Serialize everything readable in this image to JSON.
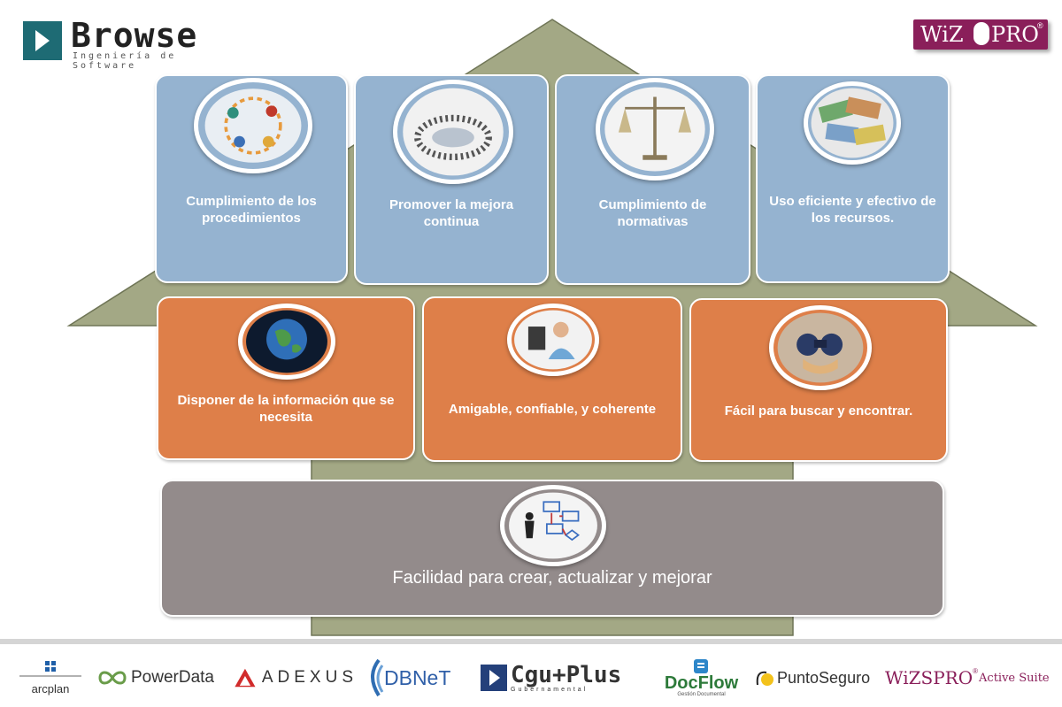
{
  "header": {
    "browse": {
      "name": "Browse",
      "tagline": "Ingeniería de Software"
    },
    "wizpro": {
      "part1": "WiZ",
      "part2": "PRO",
      "reg": "®"
    }
  },
  "colors": {
    "house": "#a3a885",
    "house_stroke": "#6f7556",
    "top_cards": "#95b3d0",
    "middle_cards": "#de7f49",
    "base_card": "#938b8b"
  },
  "top_row": [
    {
      "label": "Cumplimiento de los procedimientos",
      "icon": "people-circle-icon"
    },
    {
      "label": "Promover la mejora continua",
      "icon": "team-circle-icon"
    },
    {
      "label": "Cumplimiento de normativas",
      "icon": "scales-icon"
    },
    {
      "label": "Uso eficiente y efectivo de los recursos.",
      "icon": "money-icon"
    }
  ],
  "middle_row": [
    {
      "label": "Disponer  de la información que se necesita",
      "icon": "globe-icon"
    },
    {
      "label": "Amigable, confiable, y coherente",
      "icon": "user-computer-icon"
    },
    {
      "label": "Fácil para buscar y encontrar.",
      "icon": "binoculars-icon"
    }
  ],
  "base": {
    "label": "Facilidad para crear, actualizar y mejorar",
    "icon": "flowchart-icon"
  },
  "footer_logos": [
    {
      "name": "arcplan",
      "icon": "arcplan-icon"
    },
    {
      "name": "PowerData",
      "icon": "infinity-icon"
    },
    {
      "name": "ADEXUS",
      "icon": "adexus-icon"
    },
    {
      "name": "DBNeT",
      "icon": "dbnet-icon"
    },
    {
      "name": "Cgu+Plus",
      "sub": "Gubernamental",
      "icon": "cgu-icon"
    },
    {
      "name": "DocFlow",
      "sub": "Gestión Documental",
      "icon": "docflow-icon"
    },
    {
      "name": "PuntoSeguro",
      "icon": "puntoseguro-icon"
    },
    {
      "name": "WiZSPRO",
      "suffix": "Active Suite",
      "reg": "®"
    }
  ]
}
